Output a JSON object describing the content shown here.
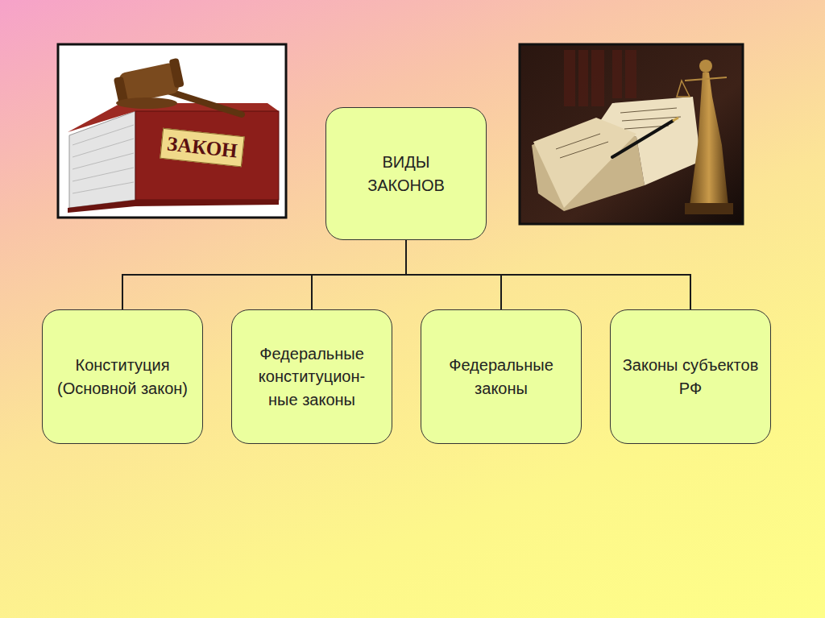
{
  "diagram": {
    "nodes": [
      {
        "text": [
          "ВИДЫ ЗАКОНОВ"
        ]
      },
      {
        "text": [
          "Конституция (Основной закон)"
        ]
      },
      {
        "text": [
          "Федеральные конституцион- ные законы"
        ]
      },
      {
        "text": [
          "Федеральные законы"
        ]
      },
      {
        "text": [
          "Законы субъектов РФ"
        ]
      }
    ],
    "edges": [
      {
        "from": 0,
        "to": 1,
        "arrow": "none"
      },
      {
        "from": 0,
        "to": 2,
        "arrow": "none"
      },
      {
        "from": 0,
        "to": 3,
        "arrow": "none"
      },
      {
        "from": 0,
        "to": 4,
        "arrow": "none"
      }
    ],
    "labels": [
      "ЗАКОН"
    ]
  }
}
